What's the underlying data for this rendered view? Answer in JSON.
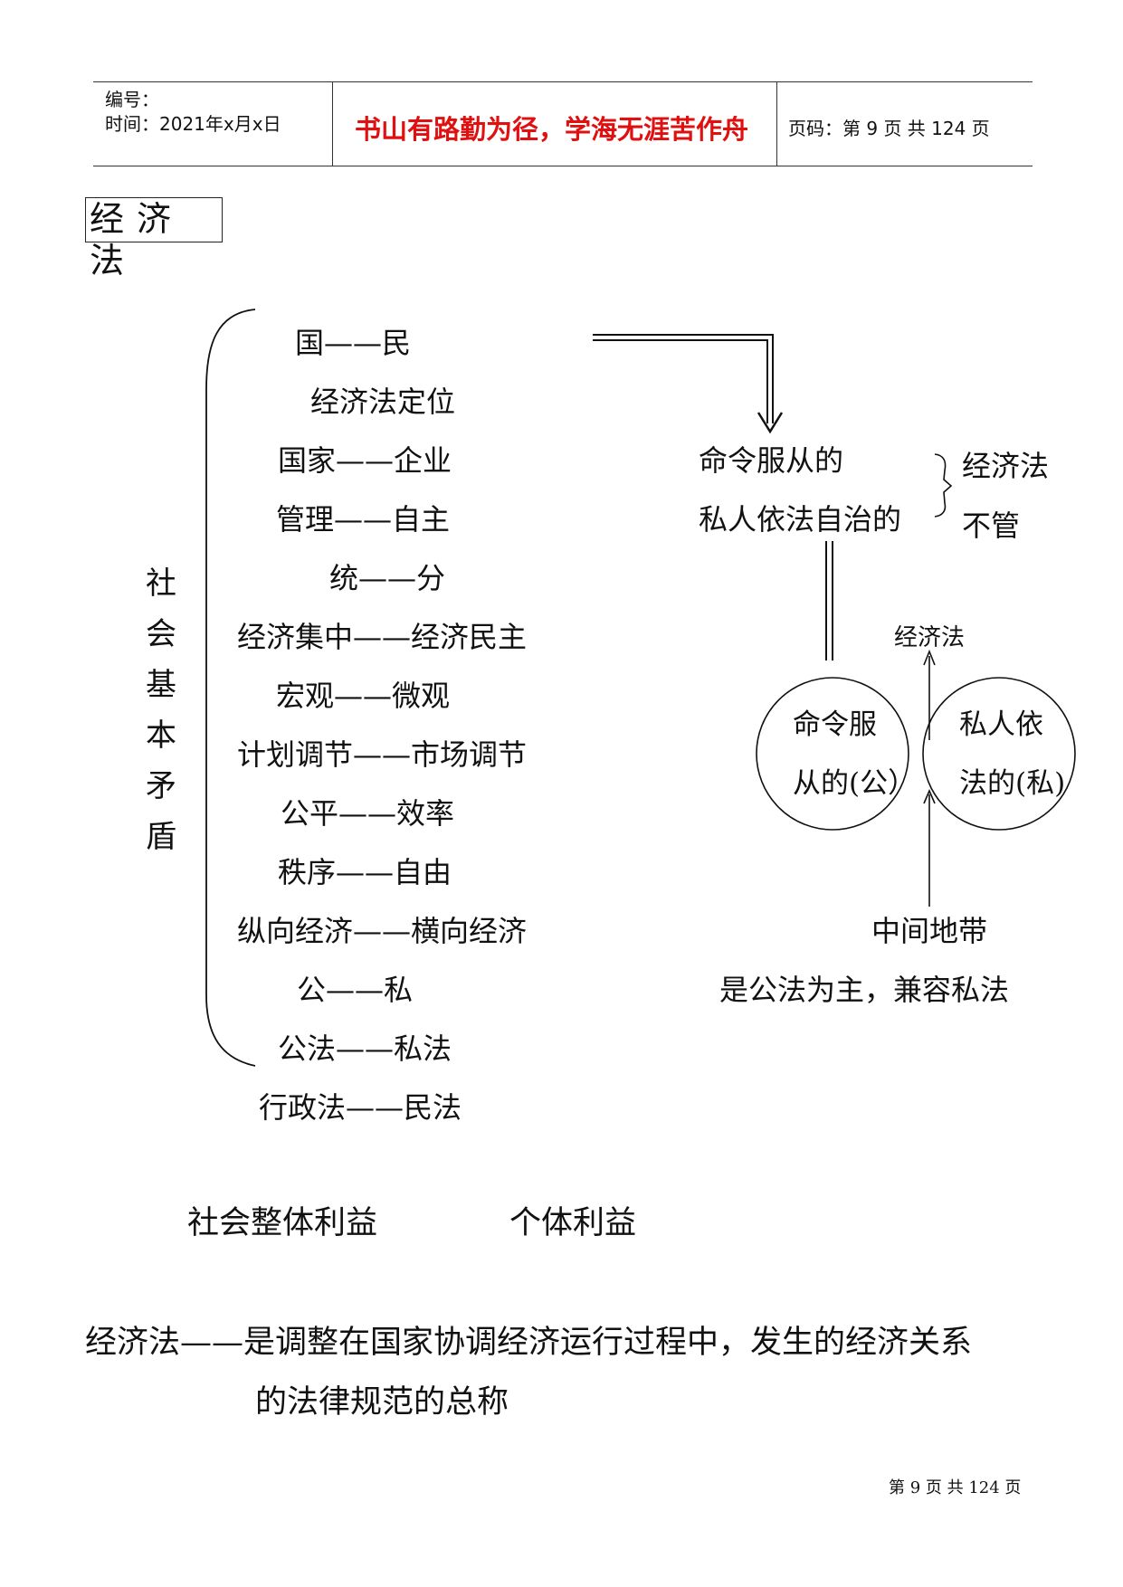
{
  "header": {
    "number_label": "编号：",
    "time_label": "时间：2021年x月x日",
    "motto": "书山有路勤为径，学海无涯苦作舟",
    "page_info": "页码：第 9 页  共 124 页"
  },
  "title": "经济法",
  "contradiction": {
    "vertical_label": [
      "社",
      "会",
      "基",
      "本",
      "矛",
      "盾"
    ],
    "pairs": [
      "国——民",
      "经济法定位",
      "国家——企业",
      "管理——自主",
      "统——分",
      "经济集中——经济民主",
      "宏观——微观",
      "计划调节——市场调节",
      "公平——效率",
      "秩序——自由",
      "纵向经济——横向经济",
      "公——私",
      "公法——私法",
      "行政法——民法"
    ]
  },
  "diagram": {
    "line1": "命令服从的",
    "line2": "私人依法自治的",
    "not_managed_1": "经济法",
    "not_managed_2": "不管",
    "arrow_label": "经济法",
    "left_circle_1": "命令服",
    "left_circle_2": "从的(公）",
    "right_circle_1": "私人依",
    "right_circle_2": "法的(私)",
    "middle_1": "中间地带",
    "middle_2": "是公法为主，兼容私法"
  },
  "interests": {
    "left": "社会整体利益",
    "right": "个体利益"
  },
  "definition": {
    "line1": "经济法——是调整在国家协调经济运行过程中，发生的经济关系",
    "line2": "的法律规范的总称"
  },
  "footer": "第 9 页 共 124 页"
}
